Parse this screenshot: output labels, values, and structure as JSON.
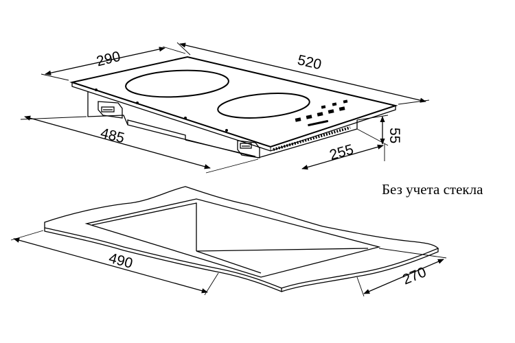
{
  "dimensions": {
    "hob_depth": "290",
    "hob_width": "520",
    "cutout_cabinet_width": "485",
    "hob_height": "55",
    "hob_side_depth": "255",
    "cutout_width": "490",
    "cutout_depth": "270"
  },
  "note": "Без учета стекла",
  "colors": {
    "line": "#000000",
    "background": "#ffffff"
  }
}
